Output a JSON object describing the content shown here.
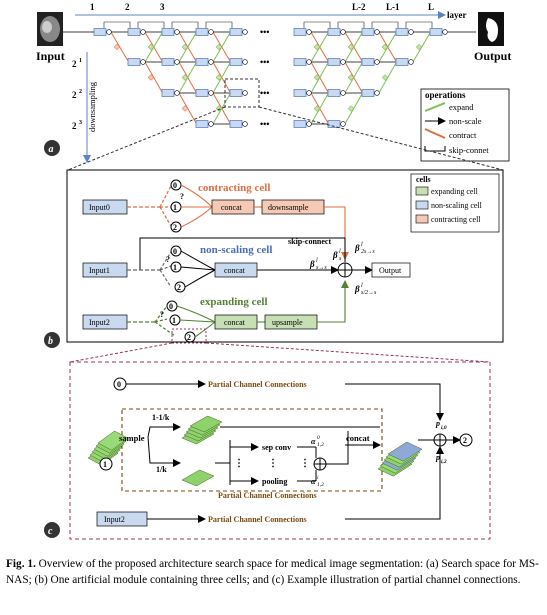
{
  "panel_a": {
    "input_label": "Input",
    "output_label": "Output",
    "layer_numbers": [
      "1",
      "2",
      "3",
      "...",
      "L-2",
      "L-1",
      "L"
    ],
    "layer_label": "layer",
    "scale_labels": [
      "2",
      "2",
      "2"
    ],
    "scale_exponents": [
      "1",
      "2",
      "3"
    ],
    "downsampling_label": "downsampling",
    "legend_title": "operations",
    "legend_items": [
      "expand",
      "non-scale",
      "contract",
      "skip-connet"
    ],
    "badge": "a",
    "ellipsis": "•••"
  },
  "panel_b": {
    "badge": "b",
    "legend_title": "cells",
    "legend_items": [
      "expanding cell",
      "non-scaling cell",
      "contracting cell"
    ],
    "inputs": [
      "Input0",
      "Input1",
      "Input2"
    ],
    "cell_titles": [
      "contracting cell",
      "non-scaling cell",
      "expanding cell"
    ],
    "node_labels": [
      "0",
      "1",
      "2",
      "?"
    ],
    "concat_label": "concat",
    "downsample_label": "downsample",
    "upsample_label": "upsample",
    "skip_connect_label": "skip-connect",
    "output_label": "Output",
    "beta_symbol": "β",
    "beta_superscript": "l",
    "beta_subscripts": [
      "s",
      "2s→s",
      "s→s",
      "s/2→s"
    ]
  },
  "panel_c": {
    "badge": "c",
    "partial_label": "Partial Channel Connections",
    "sample_label": "sample",
    "ratio_top": "1-1/k",
    "ratio_bottom": "1/k",
    "sep_conv_label": "sep conv",
    "pooling_label": "pooling",
    "concat_label": "concat",
    "alpha_symbol": "α",
    "alpha_indices": [
      "0",
      "1,2",
      "i",
      "1,2"
    ],
    "p_labels": [
      "p",
      "p"
    ],
    "p_subscripts": [
      "i,0",
      "i,2"
    ],
    "input2_label": "Input2",
    "node_labels": [
      "0",
      "1",
      "2"
    ],
    "vertical_dots": "⋮"
  },
  "caption": {
    "prefix": "Fig. 1.",
    "text": "Overview of the proposed architecture search space for medical image segmentation: (a) Search space for MS-NAS; (b) One artificial module containing three cells; and (c) Example illustration of partial channel connections."
  },
  "colors": {
    "expand": "#7fbf4d",
    "non_scale": "#5b83c7",
    "contract": "#e06e45",
    "skip": "#222222",
    "expanding_cell_fill": "#c6e0b4",
    "nonscaling_cell_fill": "#c9d9ef",
    "contracting_cell_fill": "#f6c9b4",
    "green_line": "#548235",
    "purple_dashed": "#993366",
    "brown_dashed": "#7a4a10"
  }
}
